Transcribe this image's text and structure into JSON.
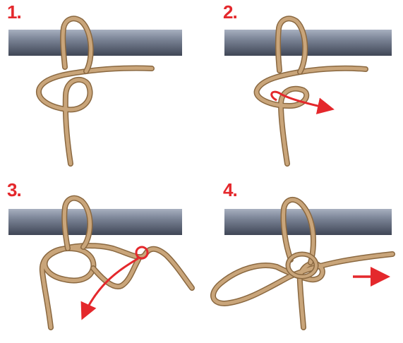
{
  "steps": [
    {
      "number": "1."
    },
    {
      "number": "2."
    },
    {
      "number": "3."
    },
    {
      "number": "4."
    }
  ],
  "colors": {
    "bar_top": "#9aa3b4",
    "bar_mid": "#6f788b",
    "bar_bottom": "#3f4656",
    "rope": "#c9a57a",
    "rope_edge": "#8a6840",
    "arrow": "#e4282c",
    "label": "#e4282c"
  },
  "icons": [
    "rope-knot-diagram",
    "direction-arrow-icon"
  ]
}
